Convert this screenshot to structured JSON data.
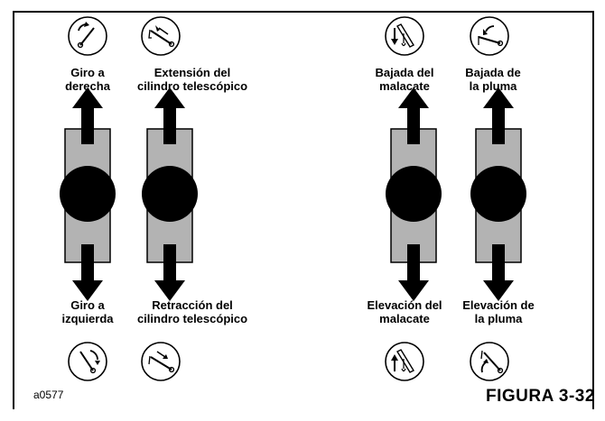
{
  "labels": {
    "swing_right": [
      "Giro a",
      "derecha"
    ],
    "telescope_extend": [
      "Extensión del",
      "cilindro telescópico"
    ],
    "hoist_lower": [
      "Bajada del",
      "malacate"
    ],
    "boom_lower": [
      "Bajada de",
      "la pluma"
    ],
    "swing_left": [
      "Giro a",
      "izquierda"
    ],
    "telescope_retract": [
      "Retracción del",
      "cilindro telescópico"
    ],
    "hoist_raise": [
      "Elevación del",
      "malacate"
    ],
    "boom_raise": [
      "Elevación de",
      "la pluma"
    ]
  },
  "image_code": "a0577",
  "figure_title": "FIGURA 3-32",
  "icons": [
    "swing-right-icon",
    "telescope-extend-icon",
    "hoist-lower-icon",
    "boom-lower-icon",
    "swing-left-icon",
    "telescope-retract-icon",
    "hoist-raise-icon",
    "boom-raise-icon"
  ],
  "colors": {
    "lever_slot": "#b3b3b3",
    "knob": "#000000",
    "arrow": "#000000"
  }
}
